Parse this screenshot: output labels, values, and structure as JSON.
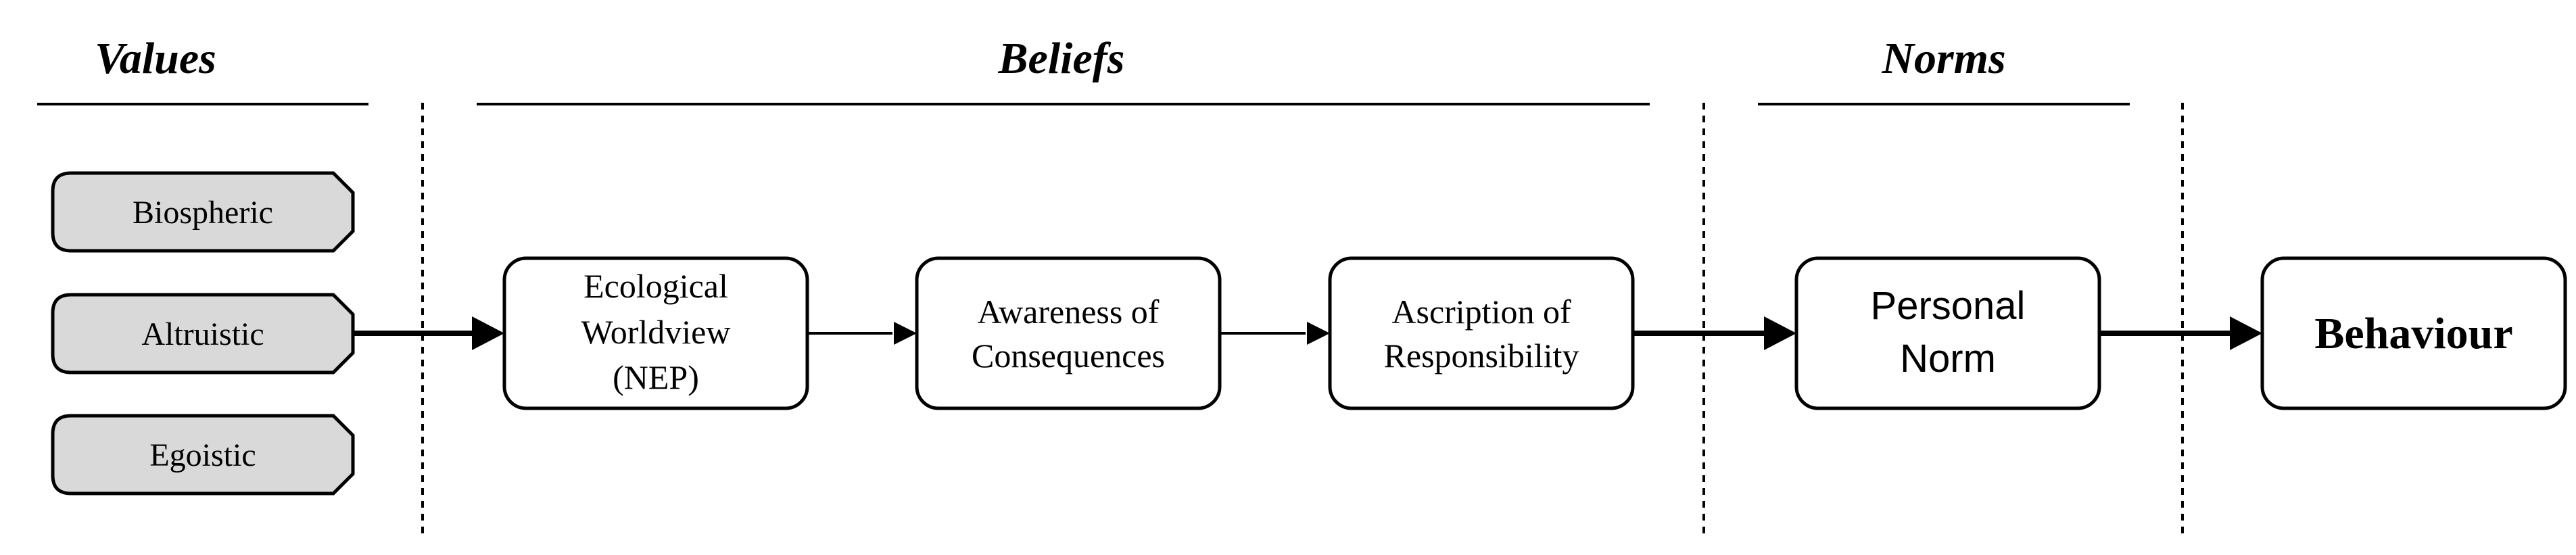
{
  "sections": {
    "values": "Values",
    "beliefs": "Beliefs",
    "norms": "Norms"
  },
  "values": {
    "biospheric": "Biospheric",
    "altruistic": "Altruistic",
    "egoistic": "Egoistic"
  },
  "beliefs": {
    "ecological": [
      "Ecological",
      "Worldview",
      "(NEP)"
    ],
    "awareness": [
      "Awareness of",
      "Consequences"
    ],
    "ascription": [
      "Ascription of",
      "Responsibility"
    ]
  },
  "norms": {
    "personal_norm": [
      "Personal",
      "Norm"
    ]
  },
  "behaviour": {
    "label": "Behaviour"
  },
  "colors": {
    "value_fill": "#d9d9d9",
    "stroke": "#000000"
  }
}
